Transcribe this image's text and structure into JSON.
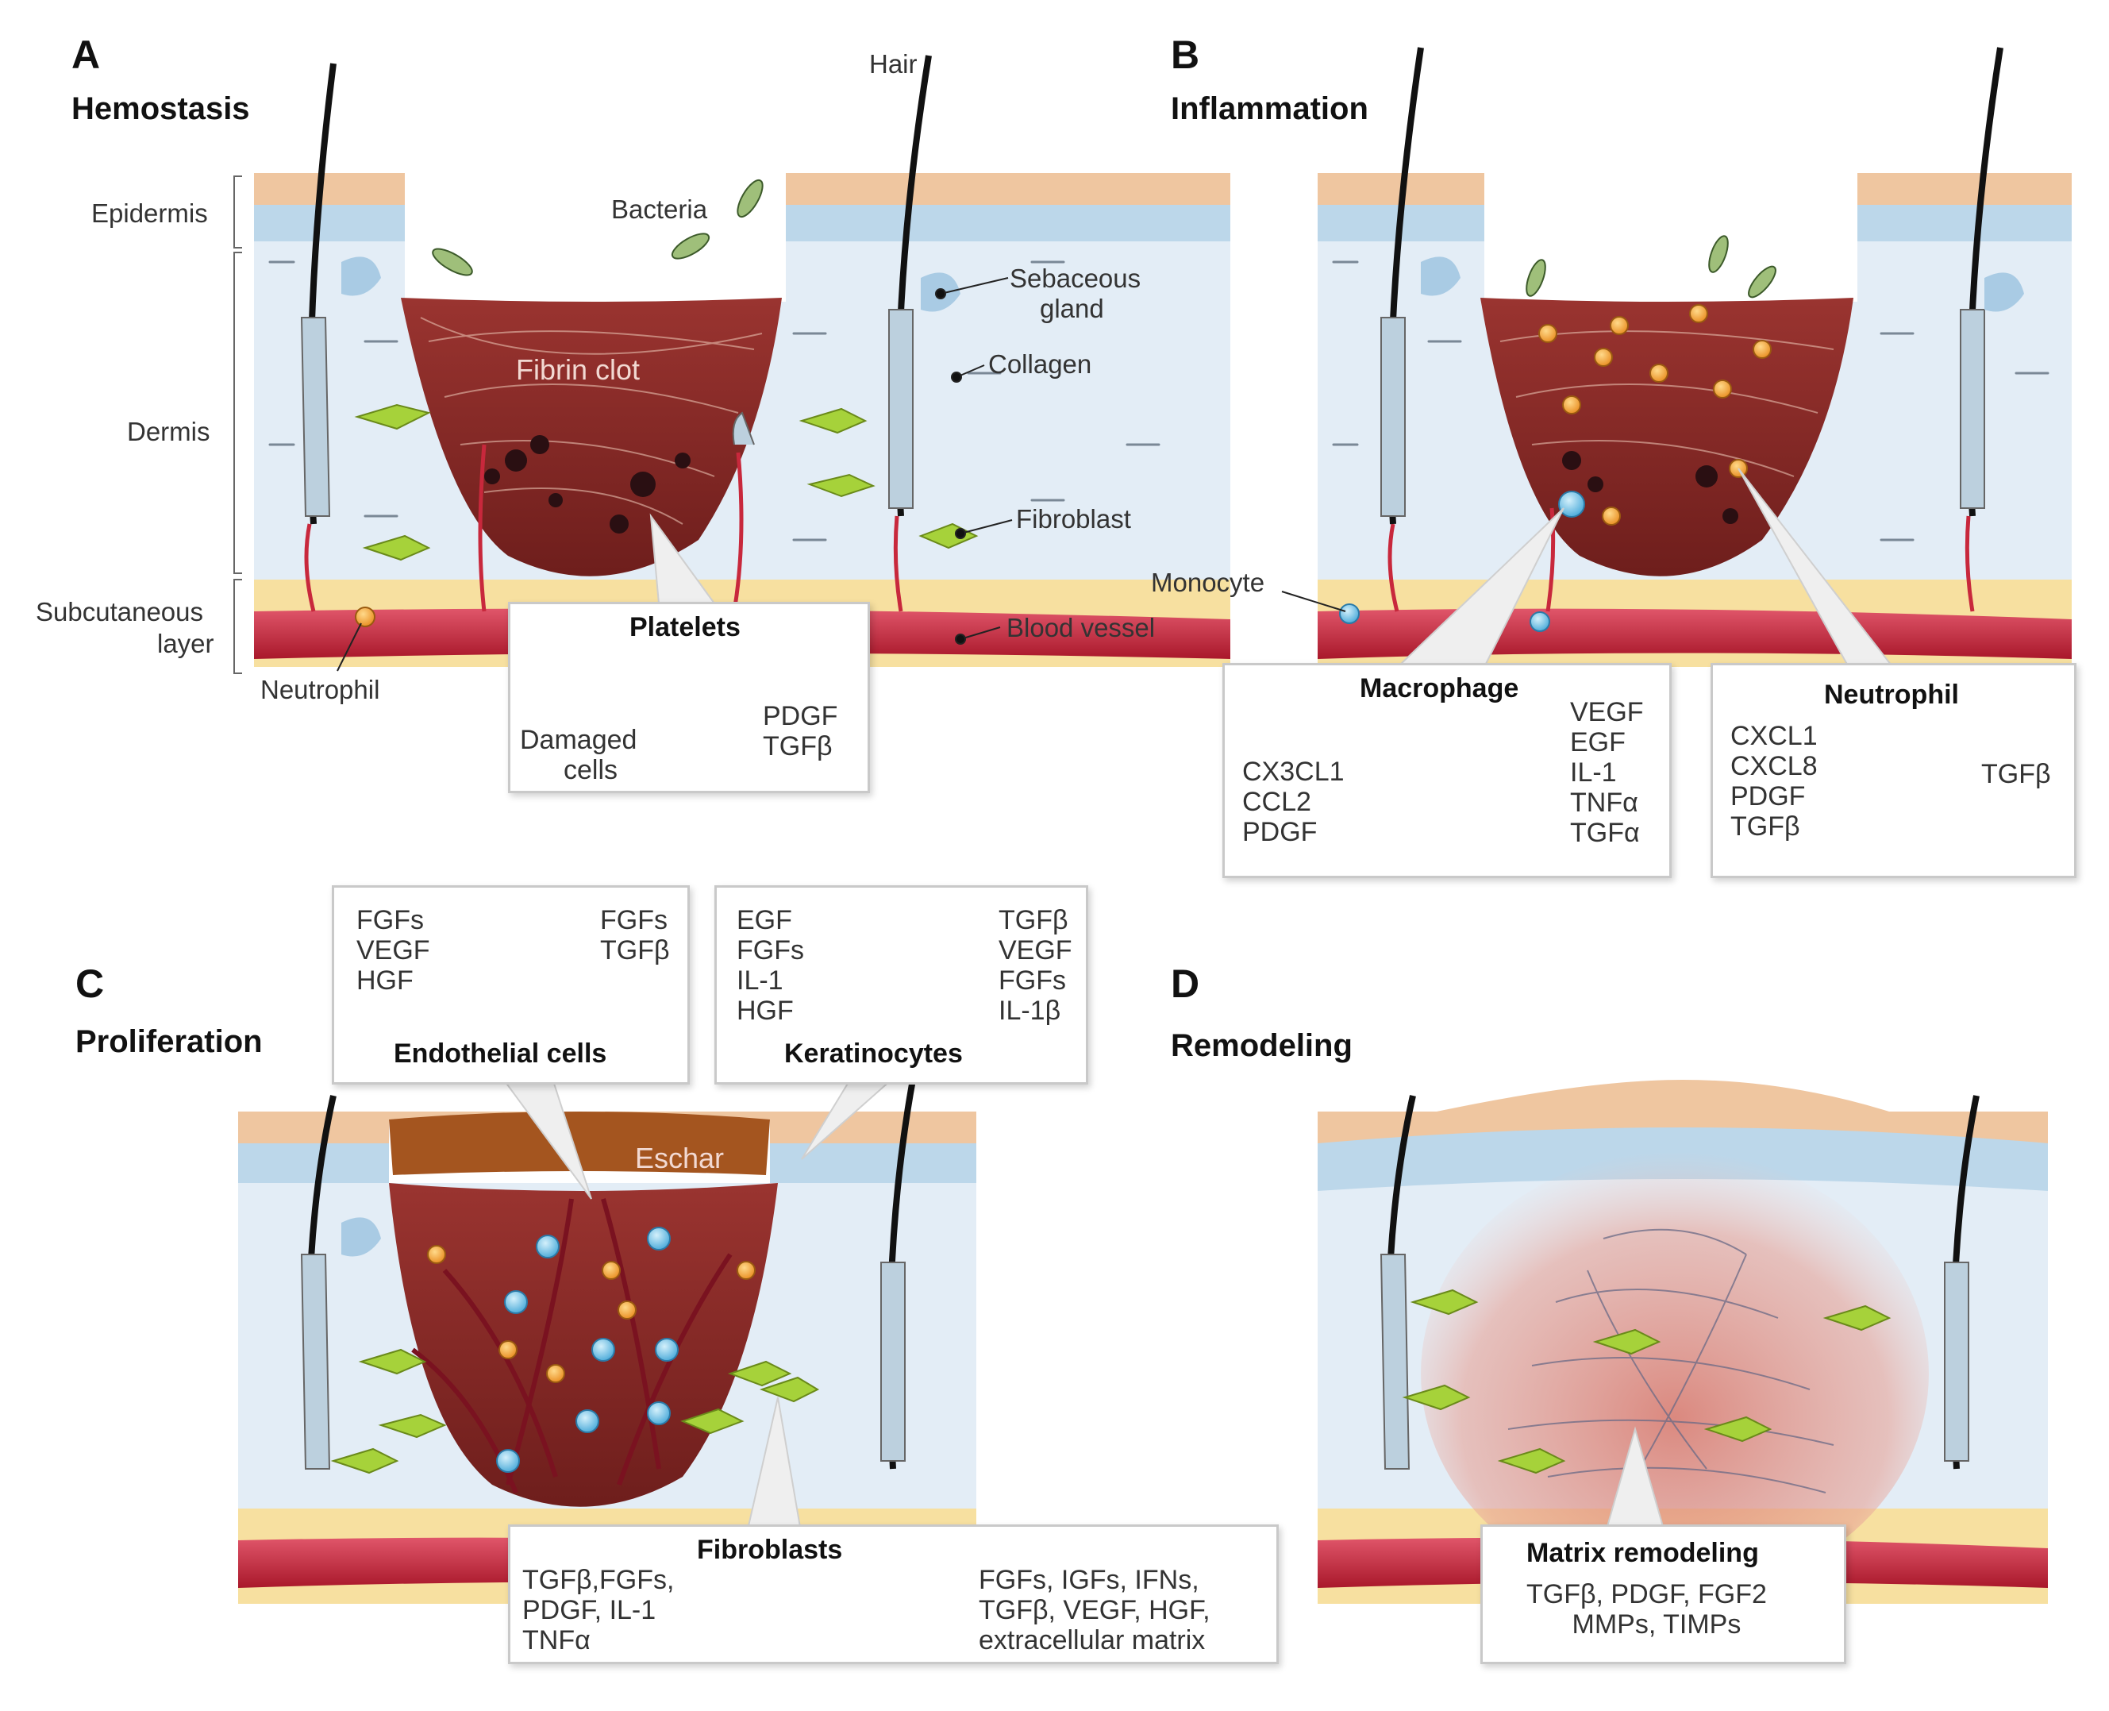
{
  "panels": {
    "A": {
      "letter": "A",
      "title": "Hemostasis",
      "labels": {
        "epidermis": "Epidermis",
        "dermis": "Dermis",
        "subcutaneous_1": "Subcutaneous",
        "subcutaneous_2": "layer",
        "neutrophil": "Neutrophil",
        "hair": "Hair",
        "bacteria": "Bacteria",
        "sebaceous_1": "Sebaceous",
        "sebaceous_2": "gland",
        "collagen": "Collagen",
        "fibroblast": "Fibroblast",
        "blood_vessel": "Blood vessel",
        "fibrin_clot": "Fibrin clot"
      },
      "callout": {
        "heading": "Platelets",
        "damaged_1": "Damaged",
        "damaged_2": "cells",
        "factors": [
          "PDGF",
          "TGFβ"
        ]
      }
    },
    "B": {
      "letter": "B",
      "title": "Inflammation",
      "labels": {
        "monocyte": "Monocyte"
      },
      "macrophage": {
        "heading": "Macrophage",
        "inputs": [
          "CX3CL1",
          "CCL2",
          "PDGF"
        ],
        "outputs": [
          "VEGF",
          "EGF",
          "IL-1",
          "TNFα",
          "TGFα"
        ]
      },
      "neutrophil": {
        "heading": "Neutrophil",
        "inputs": [
          "CXCL1",
          "CXCL8",
          "PDGF",
          "TGFβ"
        ],
        "outputs": [
          "TGFβ"
        ]
      }
    },
    "C": {
      "letter": "C",
      "title": "Proliferation",
      "labels": {
        "eschar": "Eschar"
      },
      "endothelial": {
        "heading": "Endothelial cells",
        "inputs": [
          "FGFs",
          "VEGF",
          "HGF"
        ],
        "outputs": [
          "FGFs",
          "TGFβ"
        ]
      },
      "keratinocytes": {
        "heading": "Keratinocytes",
        "inputs": [
          "EGF",
          "FGFs",
          "IL-1",
          "HGF"
        ],
        "outputs": [
          "TGFβ",
          "VEGF",
          "FGFs",
          "IL-1β"
        ]
      },
      "fibroblasts": {
        "heading": "Fibroblasts",
        "inputs": [
          "TGFβ,FGFs,",
          "PDGF, IL-1",
          "TNFα"
        ],
        "outputs": [
          "FGFs, IGFs, IFNs,",
          "TGFβ, VEGF, HGF,",
          "extracellular matrix"
        ]
      }
    },
    "D": {
      "letter": "D",
      "title": "Remodeling",
      "matrix": {
        "heading": "Matrix remodeling",
        "lines": [
          "TGFβ, PDGF, FGF2",
          "MMPs, TIMPs"
        ]
      }
    }
  },
  "colors": {
    "epidermis_top": "#efc6a0",
    "epidermis": "#bcd7ea",
    "dermis": "#e3edf6",
    "subcutaneous": "#f7e0a0",
    "vessel": "#c8283c",
    "clot": "#8e2a28",
    "eschar": "#a4551f",
    "fibroblast": "#a6d23a",
    "macrophage": "#7cc7ea",
    "neutrophil": "#f1a93a",
    "growth_factor_red": "#c0101e"
  }
}
